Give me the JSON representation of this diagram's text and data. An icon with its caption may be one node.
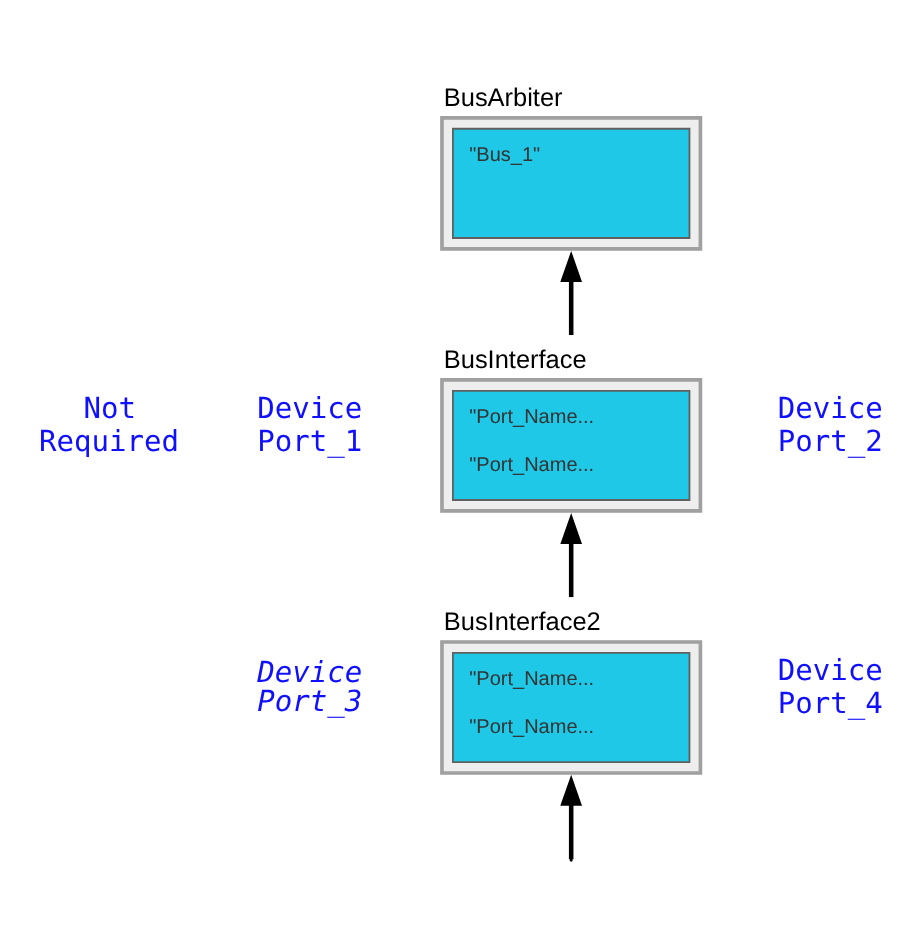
{
  "diagram": {
    "nodes": [
      {
        "text": [
          "BusArbiter",
          "\"Bus_1\""
        ]
      },
      {
        "text": [
          "BusInterface",
          "\"Port_Name...",
          "\"Port_Name..."
        ]
      },
      {
        "text": [
          "BusInterface2",
          "\"Port_Name...",
          "\"Port_Name..."
        ]
      }
    ],
    "edges": [
      {
        "from": 1,
        "to": 0,
        "arrow": "to"
      },
      {
        "from": 2,
        "to": 1,
        "arrow": "to"
      },
      {
        "from": null,
        "to": 2,
        "arrow": "to"
      }
    ],
    "labels": [
      "Not Required",
      "Device Port_1",
      "Device Port_2",
      "Device Port_3",
      "Device Port_4"
    ]
  }
}
